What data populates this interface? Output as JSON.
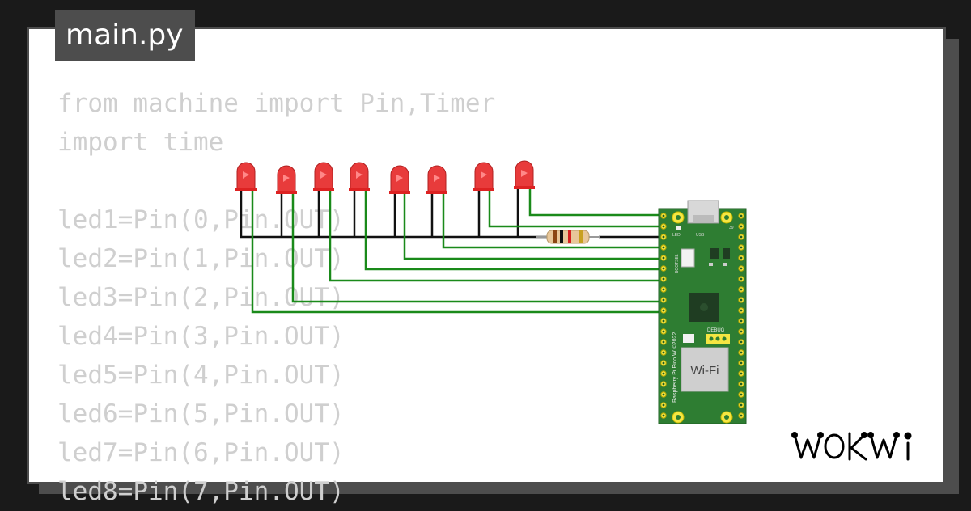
{
  "file_tab": {
    "name": "main.py"
  },
  "code_lines": [
    "from machine import Pin,Timer",
    "import time",
    "",
    "led1=Pin(0,Pin.OUT)",
    "led2=Pin(1,Pin.OUT)",
    "led3=Pin(2,Pin.OUT)",
    "led4=Pin(3,Pin.OUT)",
    "led5=Pin(4,Pin.OUT)",
    "led6=Pin(5,Pin.OUT)",
    "led7=Pin(6,Pin.OUT)",
    "led8=Pin(7,Pin.OUT)"
  ],
  "board": {
    "label_led": "LED",
    "label_usb": "USB",
    "label_bootsel": "BOOTSEL",
    "label_debug": "DEBUG",
    "label_model": "Raspberry Pi Pico W ©2022",
    "label_wifi": "Wi-Fi",
    "pin_number": "39"
  },
  "components": {
    "led_count": 8,
    "led_color": "#e83b3b",
    "resistor": "resistor"
  },
  "colors": {
    "background": "#1a1a1a",
    "frame": "#4d4d4d",
    "code_text": "#cfcfcf",
    "wire_green": "#1a8a1a",
    "wire_black": "#111111",
    "board_green": "#2e7d32"
  },
  "brand": {
    "logo": "WOKWi"
  }
}
